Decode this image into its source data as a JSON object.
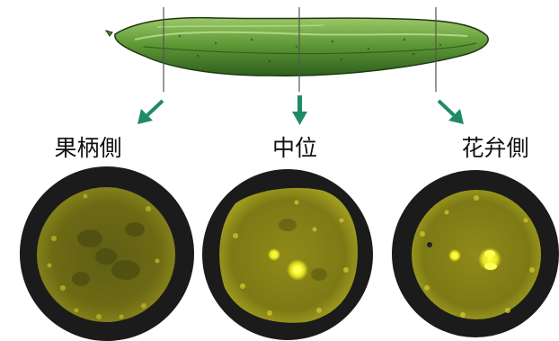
{
  "labels": {
    "left": "果柄側",
    "middle": "中位",
    "right": "花弁側"
  },
  "colors": {
    "cucumber_dark": "#3f7a2a",
    "cucumber_light": "#79b04a",
    "arrow": "#1f8a66",
    "slice_ring": "#1a1a1a",
    "slice_flesh": "#7a7a10",
    "fluorescence": "#f2f01a"
  },
  "icons": [
    "cucumber-icon",
    "arrow-down-left-icon",
    "arrow-down-icon",
    "arrow-down-right-icon"
  ]
}
